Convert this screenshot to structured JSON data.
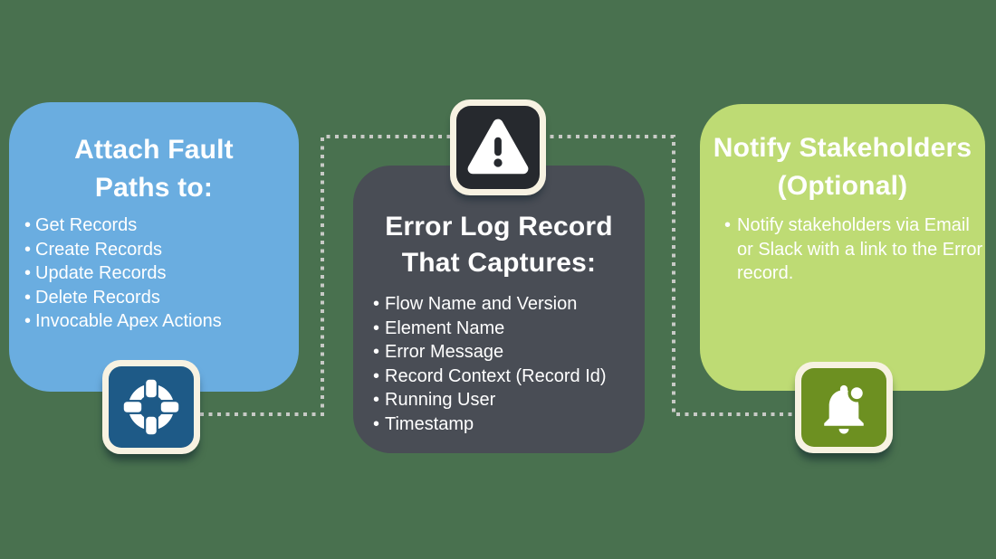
{
  "colors": {
    "background": "#49714f",
    "dashed_line": "#c8cac6",
    "card_blue": "#6aade0",
    "card_dark": "#494d55",
    "card_green": "#bedb74",
    "badge_cream": "#f7f2e2",
    "badge_blue": "#1e5a87",
    "badge_dark": "#26292e",
    "badge_olive": "#6d9021",
    "text_light": "#ffffff"
  },
  "cards": [
    {
      "id": "attach-fault-paths",
      "title_lines": [
        "Attach Fault",
        "Paths to:"
      ],
      "bullets": [
        "Get Records",
        "Create Records",
        "Update Records",
        "Delete Records",
        "Invocable Apex Actions"
      ],
      "icon": "life-ring-icon"
    },
    {
      "id": "error-log-record",
      "title_lines": [
        "Error Log Record",
        "That Captures:"
      ],
      "bullets": [
        "Flow Name and Version",
        "Element Name",
        "Error Message",
        "Record Context (Record Id)",
        "Running User",
        "Timestamp"
      ],
      "icon": "warning-icon"
    },
    {
      "id": "notify-stakeholders",
      "title_lines": [
        "Notify Stakeholders",
        "(Optional)"
      ],
      "bullets": [
        "Notify stakeholders via Email or Slack with a link to the Error record."
      ],
      "icon": "bell-icon"
    }
  ]
}
